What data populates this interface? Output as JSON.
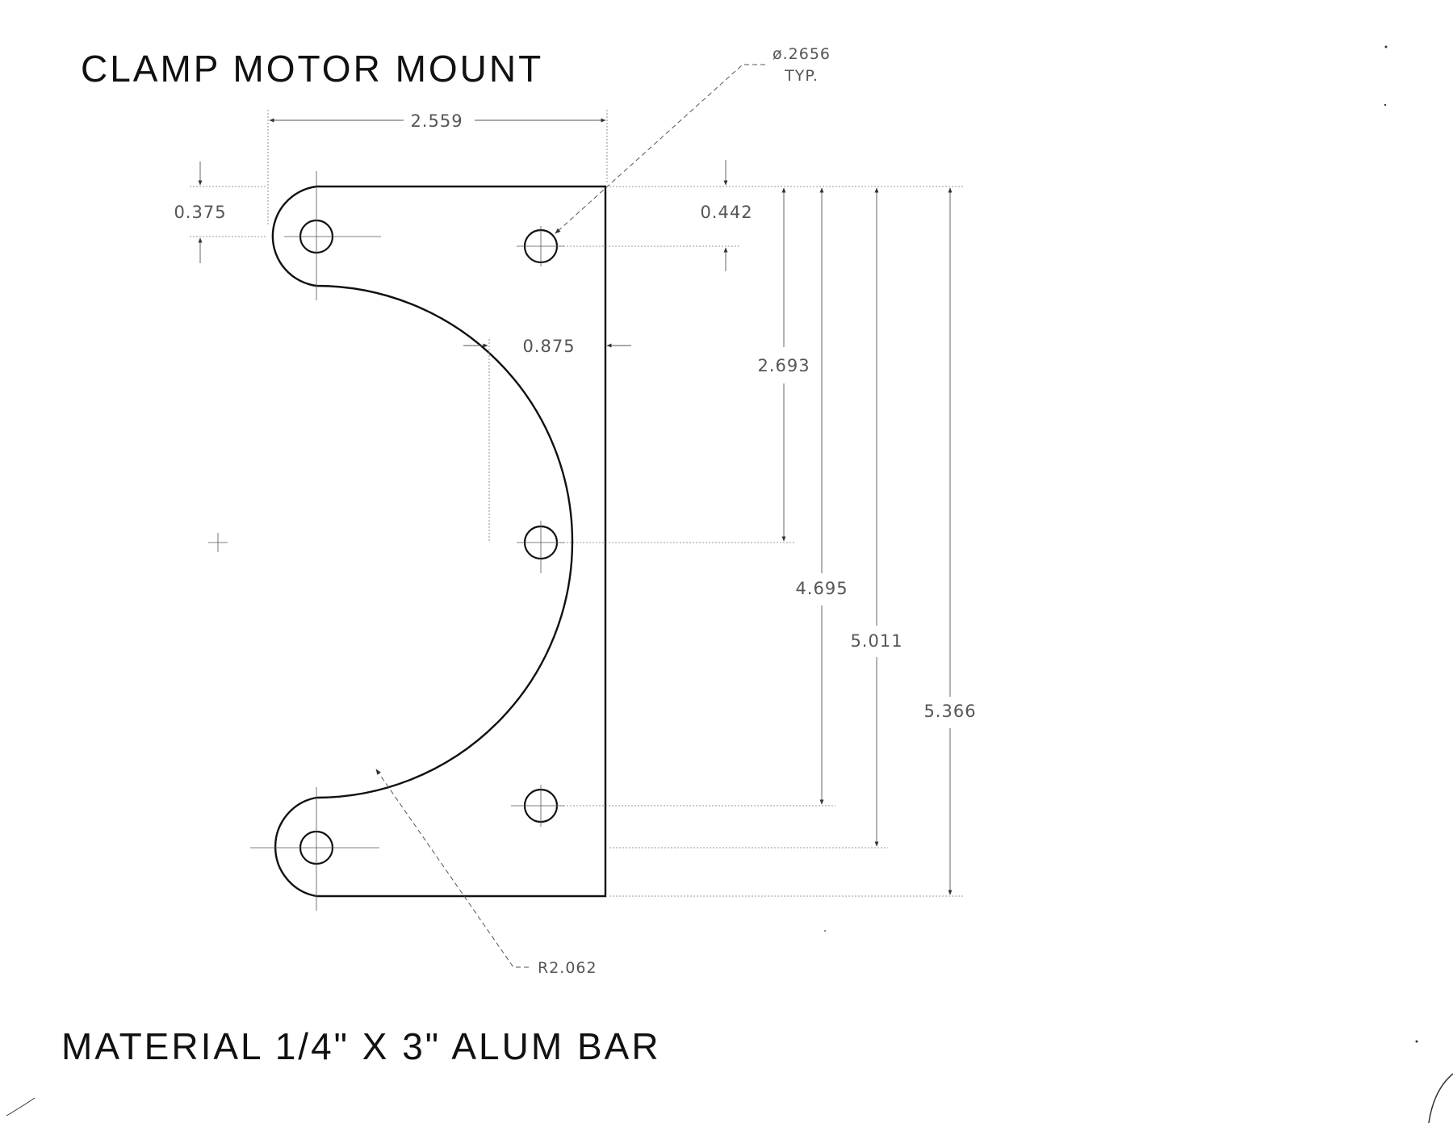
{
  "drawing": {
    "title": "CLAMP MOTOR MOUNT",
    "material_note": "MATERIAL 1/4\" X 3\" ALUM BAR",
    "hole_callout": {
      "diameter": "ø.2656",
      "qualifier": "TYP."
    },
    "radius_callout": "R2.062",
    "dimensions": {
      "overall_width": "2.559",
      "edge_offset_left": "0.375",
      "edge_offset_right": "0.442",
      "hole_inset": "0.875",
      "center_hole_spacing": "2.693",
      "lower_hole_spacing": "4.695",
      "lug_hole_spacing": "5.011",
      "overall_height": "5.366"
    }
  }
}
